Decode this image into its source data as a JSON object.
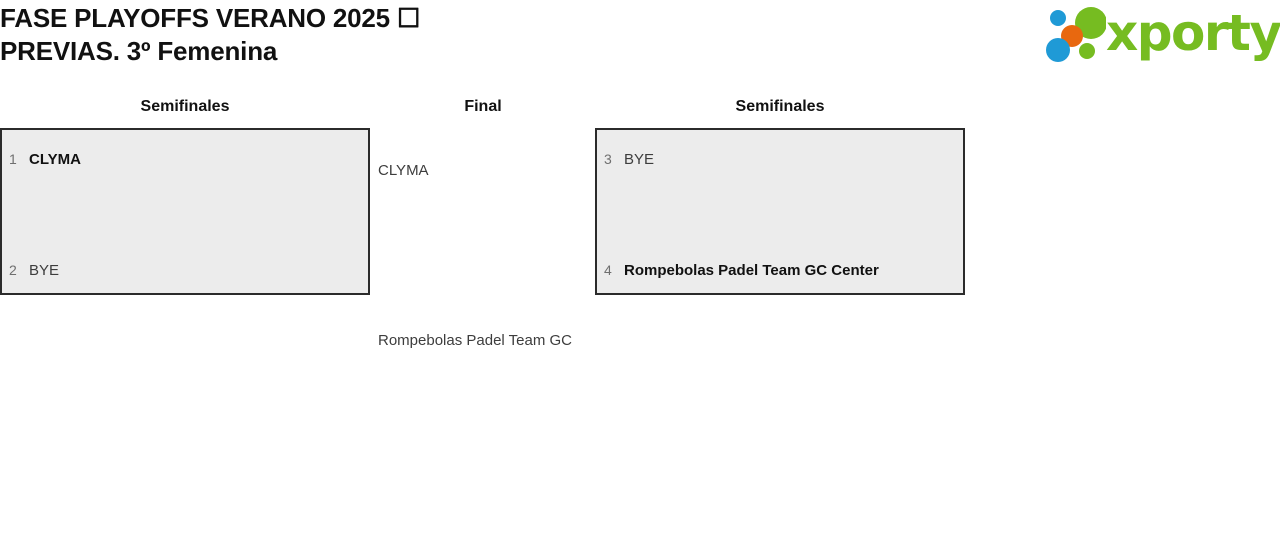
{
  "header": {
    "title": "FASE PLAYOFFS VERANO 2025 ☐\nPREVIAS. 3º Femenina",
    "brand": {
      "name": "xporty",
      "colors": {
        "green": "#76bc21",
        "blue": "#1f9ad6",
        "orange": "#e8680f"
      }
    }
  },
  "bracket": {
    "rounds": [
      {
        "label": "Semifinales",
        "position": "left"
      },
      {
        "label": "Final",
        "position": "middle"
      },
      {
        "label": "Semifinales",
        "position": "right"
      }
    ],
    "matches": [
      {
        "side": "left",
        "slots": [
          {
            "seed": "1",
            "team": "CLYMA",
            "result": "winner"
          },
          {
            "seed": "2",
            "team": "BYE",
            "result": "loser"
          }
        ]
      },
      {
        "side": "right",
        "slots": [
          {
            "seed": "3",
            "team": "BYE",
            "result": "loser"
          },
          {
            "seed": "4",
            "team": "Rompebolas Padel Team GC Center",
            "result": "winner"
          }
        ]
      }
    ],
    "advancers": [
      {
        "name": "CLYMA",
        "position": "top"
      },
      {
        "name": "Rompebolas Padel Team GC",
        "position": "bottom"
      }
    ]
  },
  "colors": {
    "box_fill": "#ececec",
    "box_border": "#2b2b2b",
    "text_primary": "#111111",
    "text_secondary": "#3d3d3d",
    "seed": "#6f6f6f"
  }
}
